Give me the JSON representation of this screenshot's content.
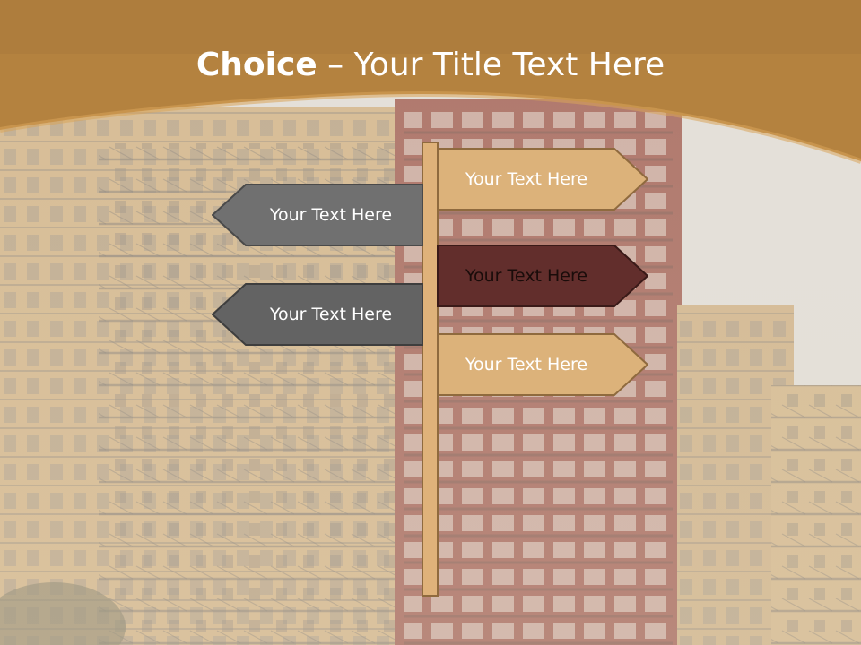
{
  "slide": {
    "title_bold": "Choice",
    "title_separator": " – ",
    "title_rest": "Your Title Text Here"
  },
  "signs": {
    "right_top": "Your Text Here",
    "left_top": "Your Text Here",
    "right_middle": "Your Text Here",
    "left_bottom": "Your Text Here",
    "right_bottom": "Your Text Here"
  },
  "colors": {
    "header": "#b4823f",
    "sign_tan": "#dcb27a",
    "sign_maroon": "#622e2c",
    "sign_gray": "#707070",
    "post": "#dfb27a",
    "building_red": "#8c3a2e",
    "building_brick": "#c9a46e"
  }
}
